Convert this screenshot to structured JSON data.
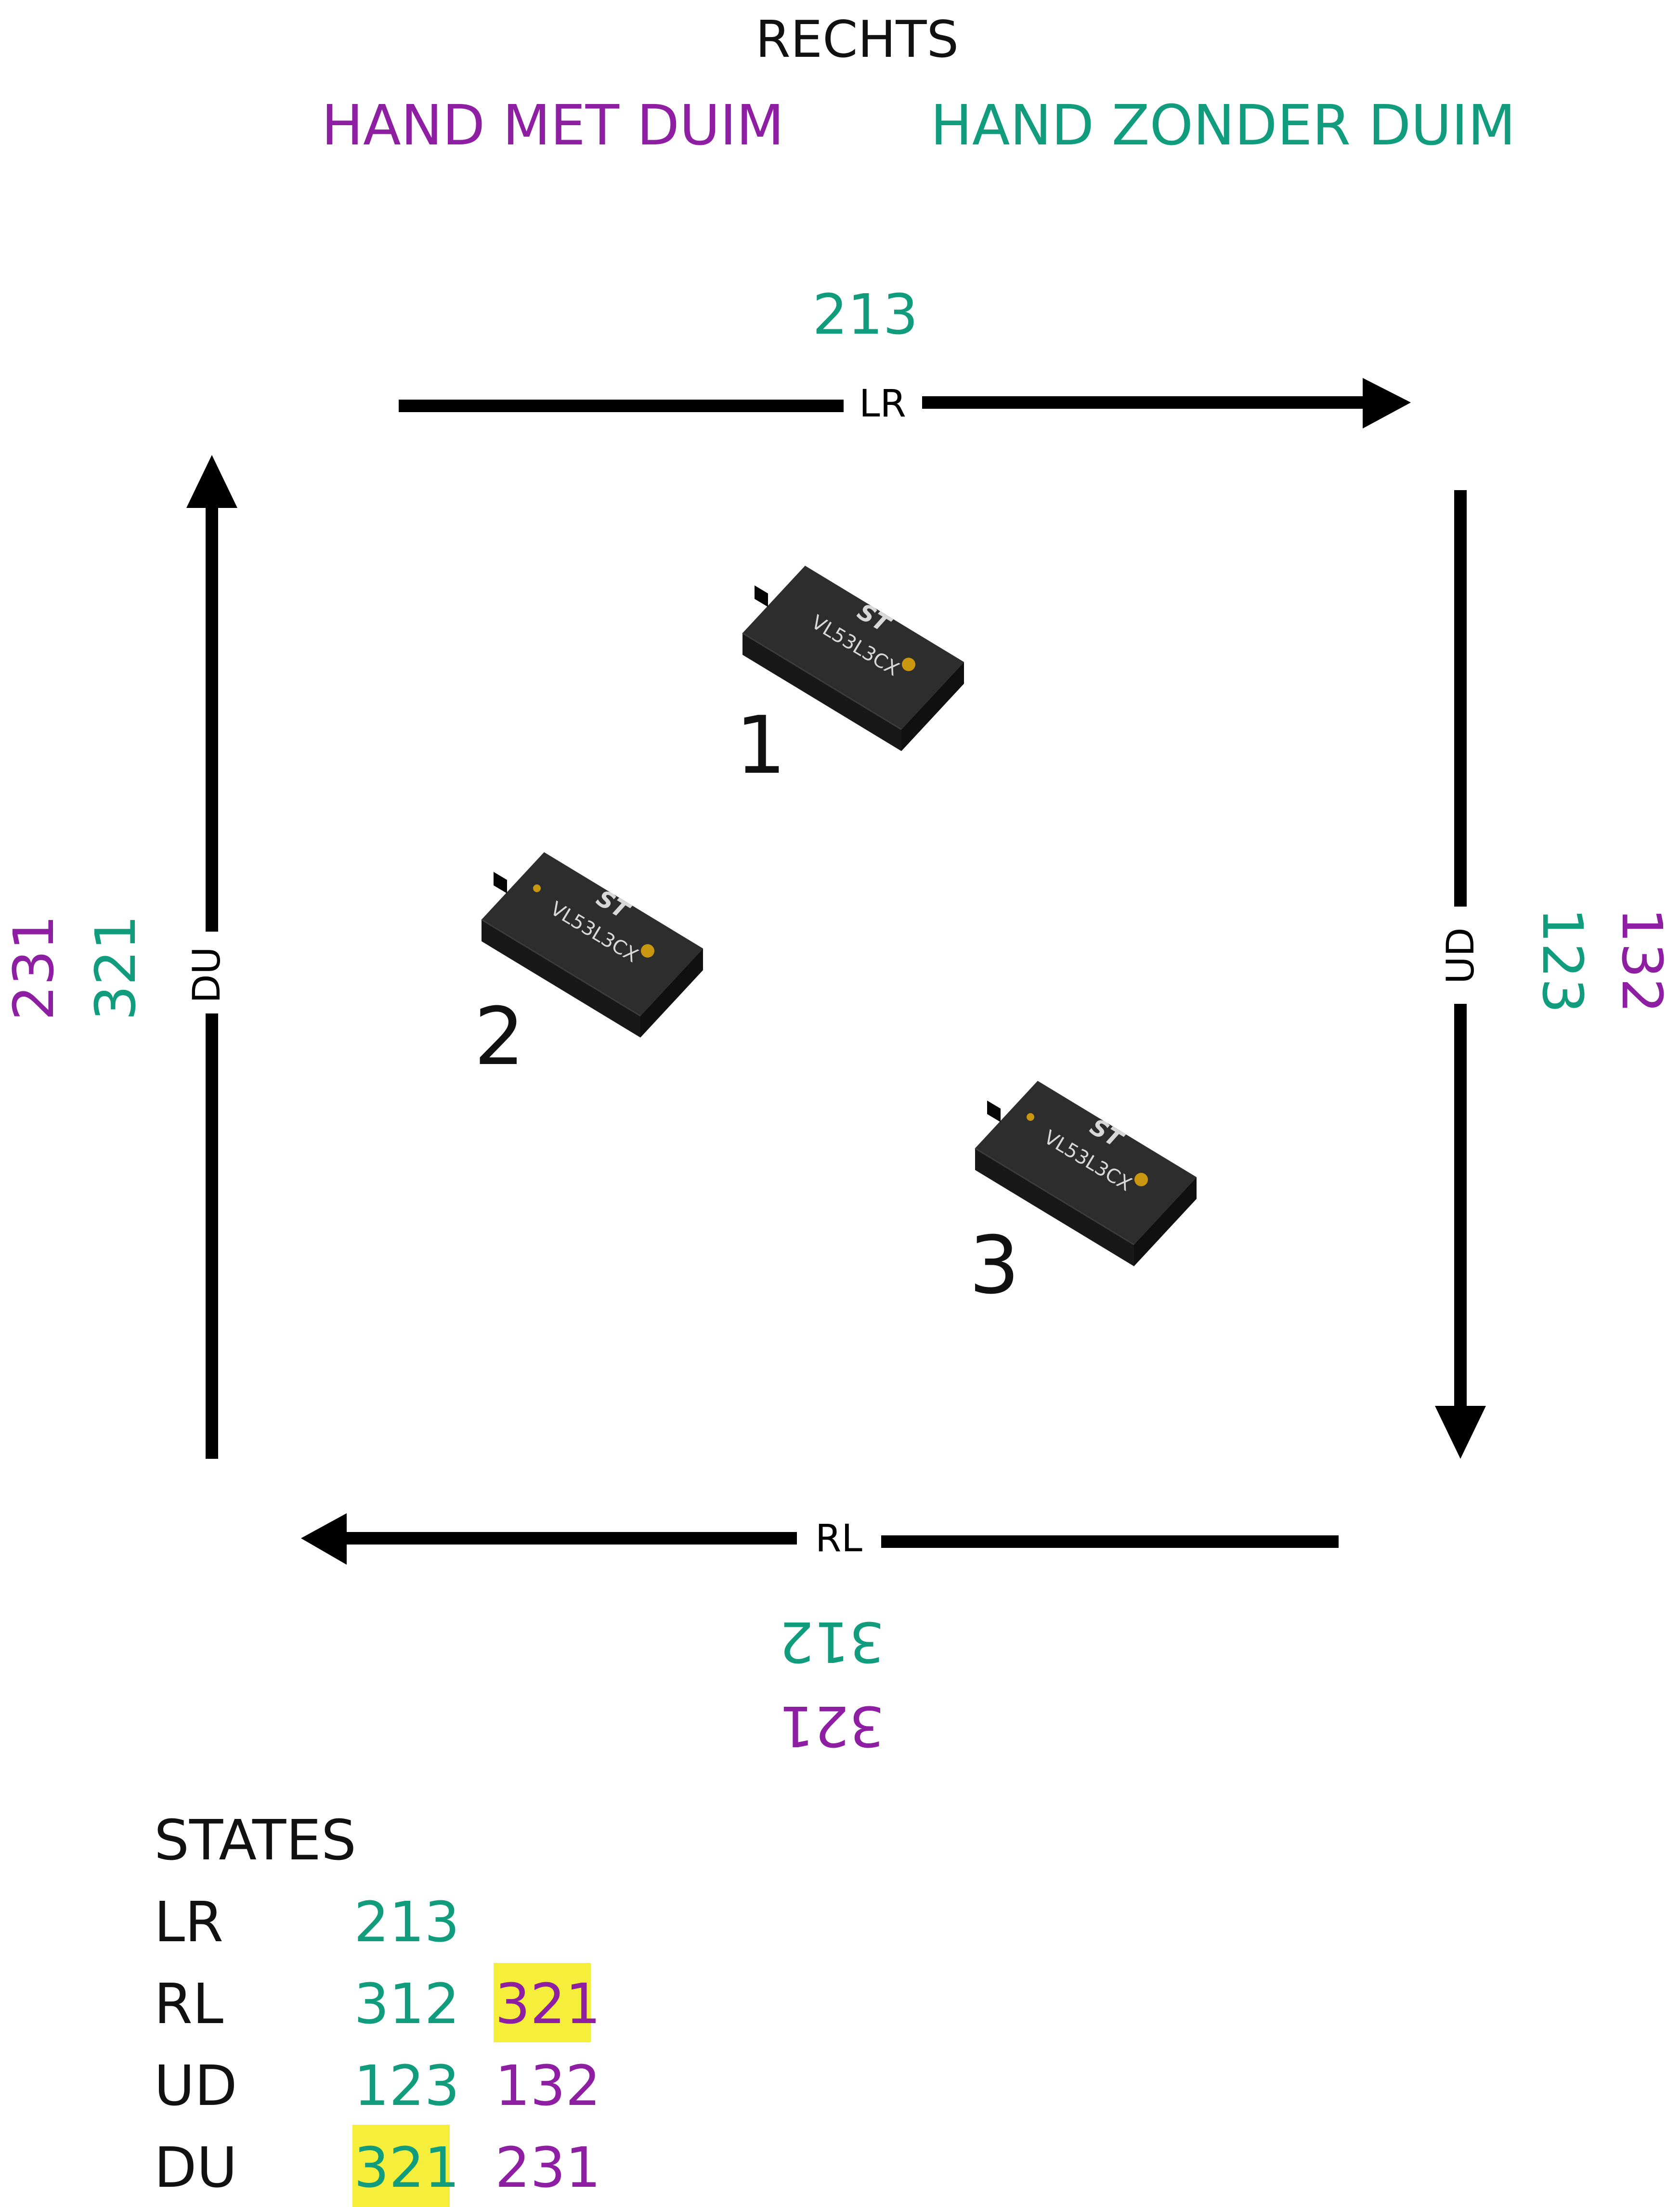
{
  "title": "RECHTS",
  "legend": {
    "with_thumb": "HAND MET DUIM",
    "without_thumb": "HAND ZONDER DUIM"
  },
  "colors": {
    "with_thumb": "#8e1fa3",
    "without_thumb": "#129c7e",
    "ink": "#000000",
    "highlight": "#f5ef3b",
    "chip_body": "#2b2b2b",
    "chip_dot": "#c9960f"
  },
  "arrows": {
    "lr": {
      "label": "LR",
      "without_thumb": "213"
    },
    "ud": {
      "label": "UD",
      "without_thumb": "123",
      "with_thumb": "132"
    },
    "rl": {
      "label": "RL",
      "without_thumb": "312",
      "with_thumb": "321"
    },
    "du": {
      "label": "DU",
      "without_thumb": "321",
      "with_thumb": "231"
    }
  },
  "sensors": [
    {
      "number": "1",
      "chip_text": "VL53L3CX",
      "logo": "ST"
    },
    {
      "number": "2",
      "chip_text": "VL53L3CX",
      "logo": "ST"
    },
    {
      "number": "3",
      "chip_text": "VL53L3CX",
      "logo": "ST"
    }
  ],
  "states": {
    "heading": "STATES",
    "rows": [
      {
        "gesture": "LR",
        "without_thumb": "213",
        "with_thumb": ""
      },
      {
        "gesture": "RL",
        "without_thumb": "312",
        "with_thumb": "321",
        "highlight": "with_thumb"
      },
      {
        "gesture": "UD",
        "without_thumb": "123",
        "with_thumb": "132"
      },
      {
        "gesture": "DU",
        "without_thumb": "321",
        "with_thumb": "231",
        "highlight": "without_thumb"
      }
    ]
  }
}
